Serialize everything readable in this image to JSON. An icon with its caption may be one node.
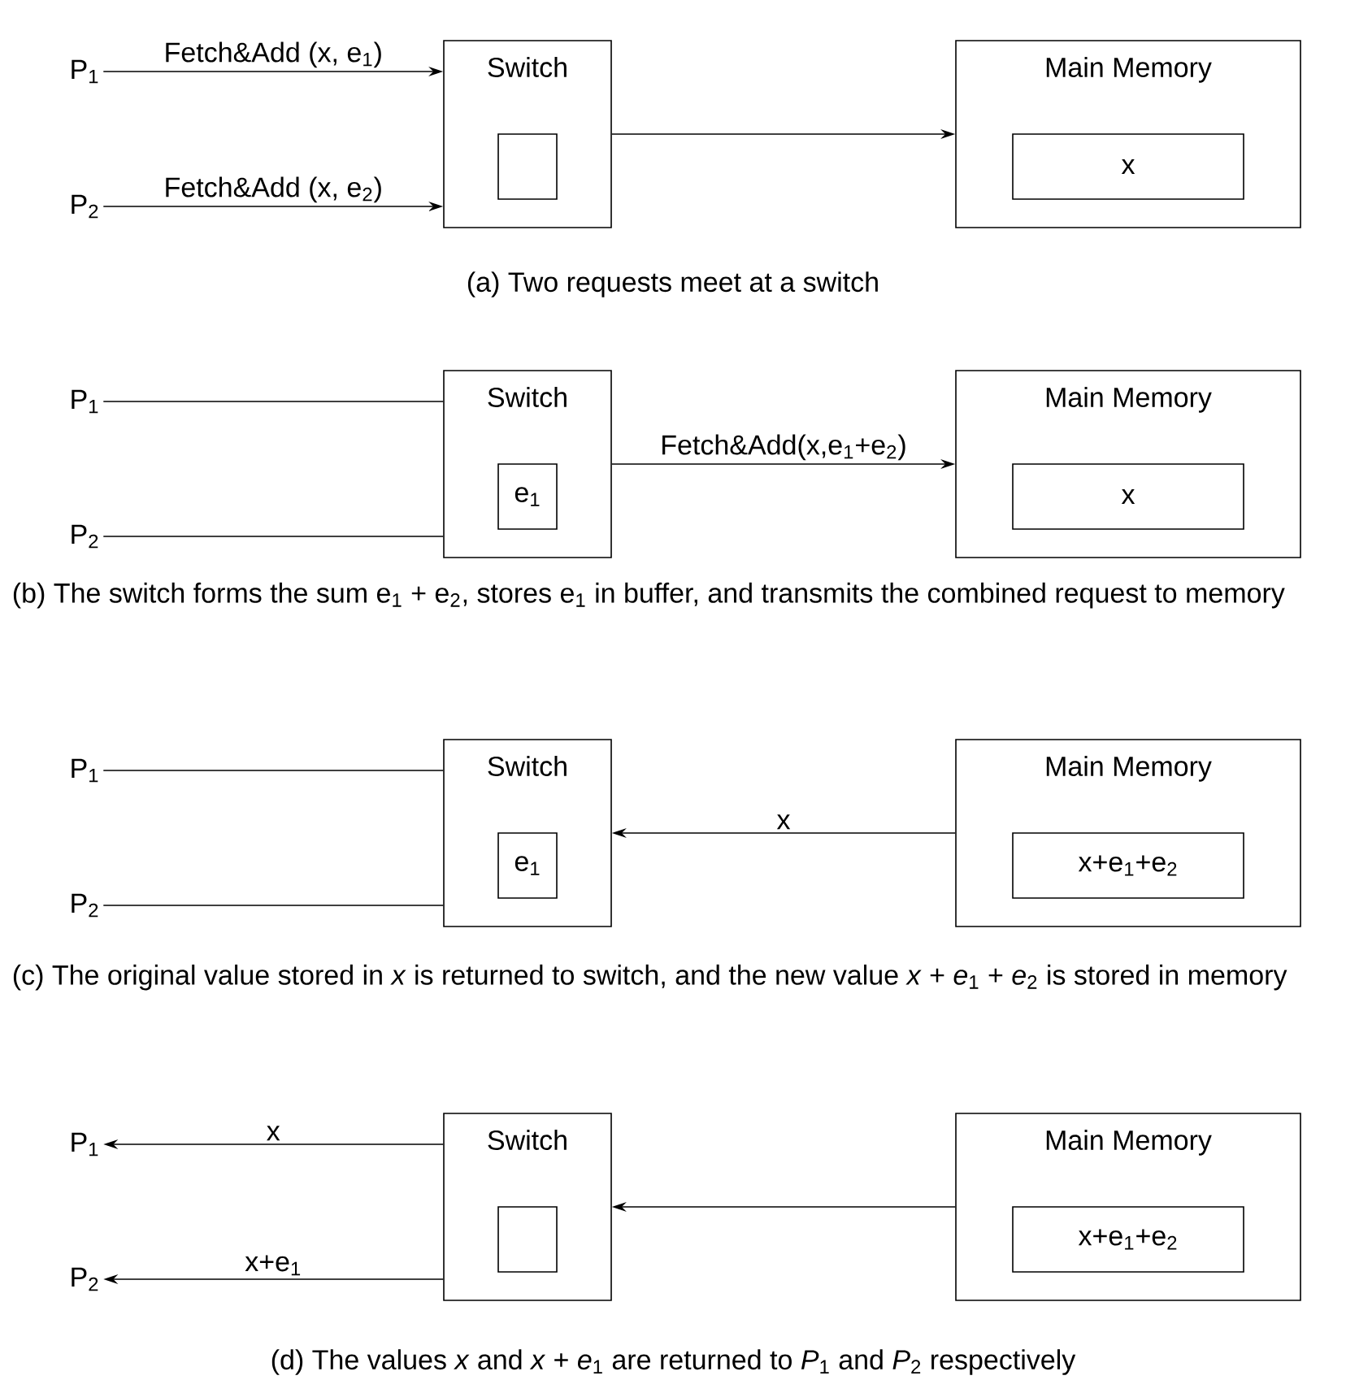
{
  "diagram": {
    "nodes": [
      {
        "text": [
          "P$_{1}$"
        ]
      },
      {
        "text": [
          "P$_{2}$"
        ]
      },
      {
        "text": [
          "Switch"
        ]
      },
      {
        "text": [],
        "shape": "box",
        "in": 2
      },
      {
        "text": [
          "Main Memory"
        ]
      },
      {
        "text": [
          "x"
        ],
        "in": 4
      },
      {
        "text": [
          "P$_{1}$"
        ]
      },
      {
        "text": [
          "P$_{2}$"
        ]
      },
      {
        "text": [
          "Switch"
        ]
      },
      {
        "text": [
          "e$_{1}$"
        ],
        "in": 8
      },
      {
        "text": [
          "Main Memory"
        ]
      },
      {
        "text": [
          "x"
        ],
        "in": 10
      },
      {
        "text": [
          "P$_{1}$"
        ]
      },
      {
        "text": [
          "P$_{2}$"
        ]
      },
      {
        "text": [
          "Switch"
        ]
      },
      {
        "text": [
          "e$_{1}$"
        ],
        "in": 14
      },
      {
        "text": [
          "Main Memory"
        ]
      },
      {
        "text": [
          "x+e$_{1}$+e$_{2}$"
        ],
        "in": 16
      },
      {
        "text": [
          "P$_{1}$"
        ]
      },
      {
        "text": [
          "P$_{2}$"
        ]
      },
      {
        "text": [
          "Switch"
        ]
      },
      {
        "text": [],
        "shape": "box",
        "in": 20
      },
      {
        "text": [
          "Main Memory"
        ]
      },
      {
        "text": [
          "x+e$_{1}$+e$_{2}$"
        ],
        "in": 22
      }
    ],
    "edges": [
      {
        "from": 0,
        "to": 2,
        "arrow": "to",
        "label": "Fetch&Add (x, e$_{1}$)"
      },
      {
        "from": 1,
        "to": 2,
        "arrow": "to",
        "label": "Fetch&Add (x, e$_{2}$)"
      },
      {
        "from": 2,
        "to": 4,
        "arrow": "to"
      },
      {
        "from": 6,
        "to": 8,
        "arrow": "none"
      },
      {
        "from": 7,
        "to": 8,
        "arrow": "none"
      },
      {
        "from": 8,
        "to": 10,
        "arrow": "to",
        "label": "Fetch&Add(x,e$_{1}$+e$_{2}$)"
      },
      {
        "from": 12,
        "to": 14,
        "arrow": "none"
      },
      {
        "from": 13,
        "to": 14,
        "arrow": "none"
      },
      {
        "from": 16,
        "to": 14,
        "arrow": "to",
        "label": "x"
      },
      {
        "from": 20,
        "to": 18,
        "arrow": "to",
        "label": "x"
      },
      {
        "from": 20,
        "to": 19,
        "arrow": "to",
        "label": "x+e$_{1}$"
      },
      {
        "from": 22,
        "to": 20,
        "arrow": "to"
      }
    ],
    "labels": [
      "(a) Two requests meet at a switch",
      "(b)  The switch forms the sum e$_{1}$ + e$_{2}$, stores e$_{1}$ in buffer, and transmits the combined request to memory",
      "(c)  The original value stored in *x* is returned to switch, and the new value *x* + *e*$_{1}$ + *e*$_{2}$ is stored in memory",
      "(d) The values *x* and *x* + *e*$_{1}$ are returned to *P*$_{1}$ and *P*$_{2}$ respectively"
    ]
  }
}
